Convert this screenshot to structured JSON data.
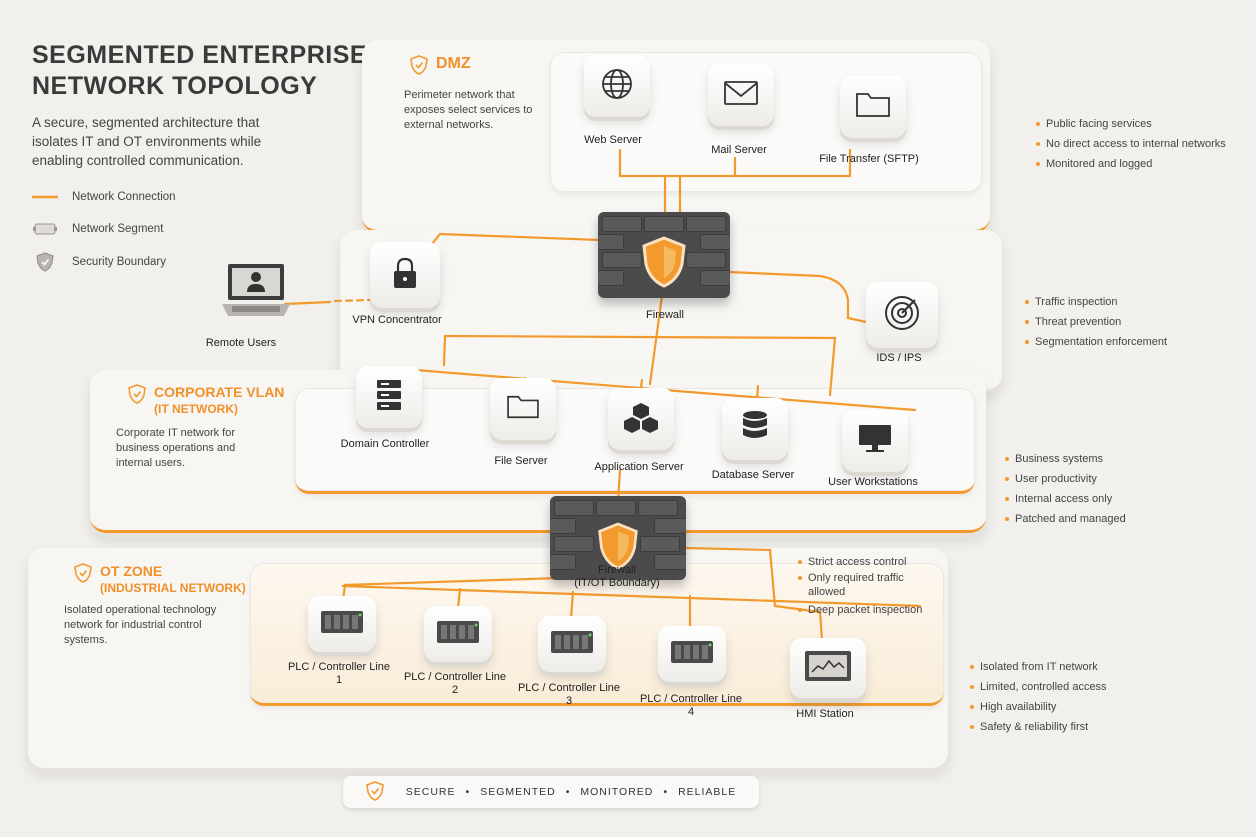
{
  "header": {
    "title": "SEGMENTED ENTERPRISE NETWORK TOPOLOGY",
    "subtitle": "A secure, segmented architecture that isolates IT and OT environments while enabling controlled communication."
  },
  "legend": [
    {
      "label": "Network Connection",
      "icon": "orange-line-icon"
    },
    {
      "label": "Network Segment",
      "icon": "segment-block-icon"
    },
    {
      "label": "Security Boundary",
      "icon": "shield-icon"
    }
  ],
  "dmz": {
    "title": "DMZ",
    "description": "Perimeter network that exposes select services to external networks.",
    "devices": [
      {
        "label": "Web Server",
        "icon": "globe-icon"
      },
      {
        "label": "Mail Server",
        "icon": "envelope-icon"
      },
      {
        "label": "File Transfer (SFTP)",
        "icon": "folder-icon"
      }
    ],
    "notes": [
      "Public facing services",
      "No direct access to internal networks",
      "Monitored and logged"
    ]
  },
  "perimeter": {
    "firewall_label": "Firewall",
    "vpn_label": "VPN Concentrator",
    "remote_label": "Remote Users",
    "ids_label": "IDS / IPS",
    "notes": [
      "Traffic inspection",
      "Threat prevention",
      "Segmentation enforcement"
    ]
  },
  "corporate": {
    "title": "CORPORATE VLAN",
    "subtitle": "(IT NETWORK)",
    "description": "Corporate IT network for business operations and internal users.",
    "devices": [
      {
        "label": "Domain Controller",
        "icon": "server-rack-icon"
      },
      {
        "label": "File Server",
        "icon": "folder-icon"
      },
      {
        "label": "Application Server",
        "icon": "cubes-icon"
      },
      {
        "label": "Database Server",
        "icon": "database-icon"
      },
      {
        "label": "User Workstations",
        "icon": "monitor-icon"
      }
    ],
    "notes": [
      "Business systems",
      "User productivity",
      "Internal access only",
      "Patched and managed"
    ]
  },
  "boundary": {
    "firewall_label": "Firewall",
    "firewall_sublabel": "(IT/OT Boundary)",
    "notes": [
      "Strict access control",
      "Only required traffic allowed",
      "Deep packet inspection"
    ]
  },
  "ot": {
    "title": "OT ZONE",
    "subtitle": "(INDUSTRIAL NETWORK)",
    "description": "Isolated operational technology network for industrial control systems.",
    "devices": [
      {
        "label": "PLC / Controller Line 1",
        "icon": "plc-icon"
      },
      {
        "label": "PLC / Controller Line 2",
        "icon": "plc-icon"
      },
      {
        "label": "PLC / Controller Line 3",
        "icon": "plc-icon"
      },
      {
        "label": "PLC / Controller Line 4",
        "icon": "plc-icon"
      },
      {
        "label": "HMI Station",
        "icon": "hmi-icon"
      }
    ],
    "notes": [
      "Isolated from IT network",
      "Limited, controlled access",
      "High availability",
      "Safety & reliability first"
    ]
  },
  "footer": {
    "items": [
      "SECURE",
      "SEGMENTED",
      "MONITORED",
      "RELIABLE"
    ],
    "separator": "•"
  },
  "colors": {
    "accent": "#f29a2e",
    "firewall": "#4b4b4b",
    "panel": "#f7f6f3",
    "ot_panel": "#fbf1e2"
  }
}
